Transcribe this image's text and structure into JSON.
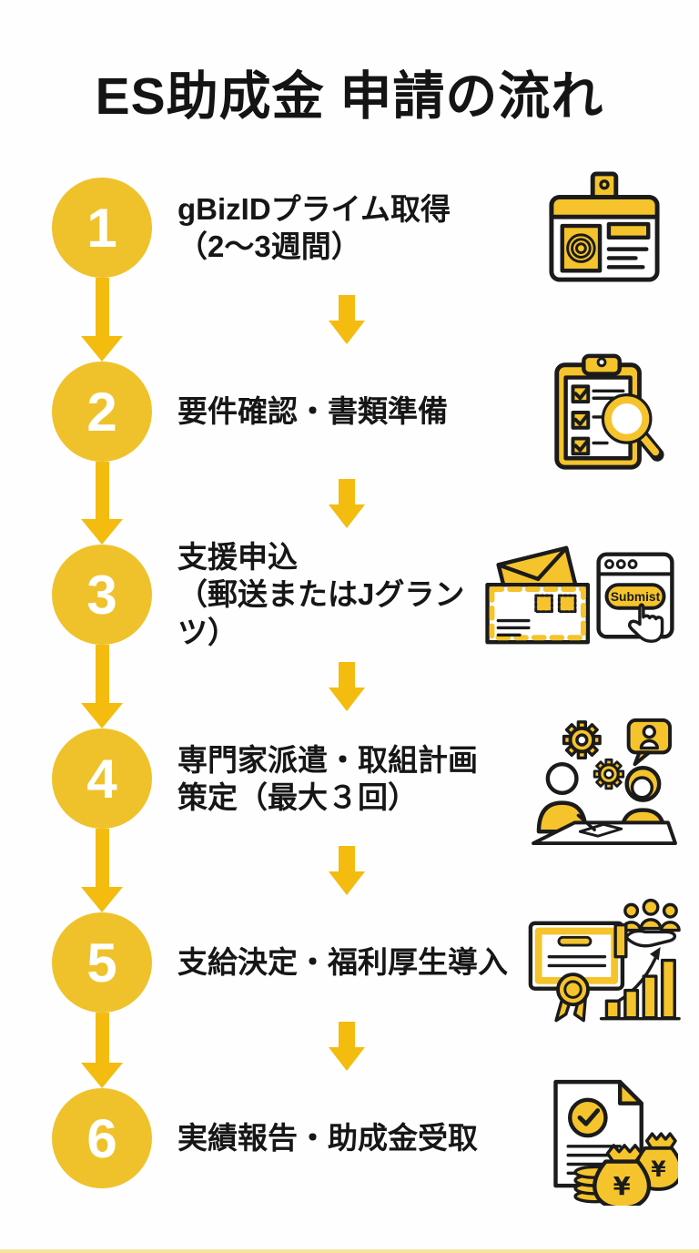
{
  "page": {
    "title": "ES助成金 申請の流れ"
  },
  "colors": {
    "circle_yellow": "#EFC22C",
    "arrow_yellow": "#F3BC0F",
    "icon_yellow": "#F5C42C",
    "outline_black": "#1b1b1b",
    "background": "#FEFEFE"
  },
  "icons": {
    "step1": "id-card-fingerprint-icon",
    "step2": "clipboard-checklist-magnifier-icon",
    "step3": "envelope-and-submit-browser-icon",
    "step4": "expert-consultation-icon",
    "step5": "certificate-growth-chart-icon",
    "step6": "report-and-money-icon"
  },
  "steps": [
    {
      "number": "1",
      "line1": "gBizIDプライム取得",
      "line2": "（2〜3週間）"
    },
    {
      "number": "2",
      "line1": "要件確認・書類準備",
      "line2": ""
    },
    {
      "number": "3",
      "line1": "支援申込",
      "line2": "（郵送またはJグランツ）",
      "submit_button_label": "Submist"
    },
    {
      "number": "4",
      "line1": "専門家派遣・取組計画",
      "line2": "策定（最大３回）"
    },
    {
      "number": "5",
      "line1": "支給決定・福利厚生導入",
      "line2": ""
    },
    {
      "number": "6",
      "line1": "実績報告・助成金受取",
      "line2": "",
      "currency_symbol": "¥"
    }
  ]
}
